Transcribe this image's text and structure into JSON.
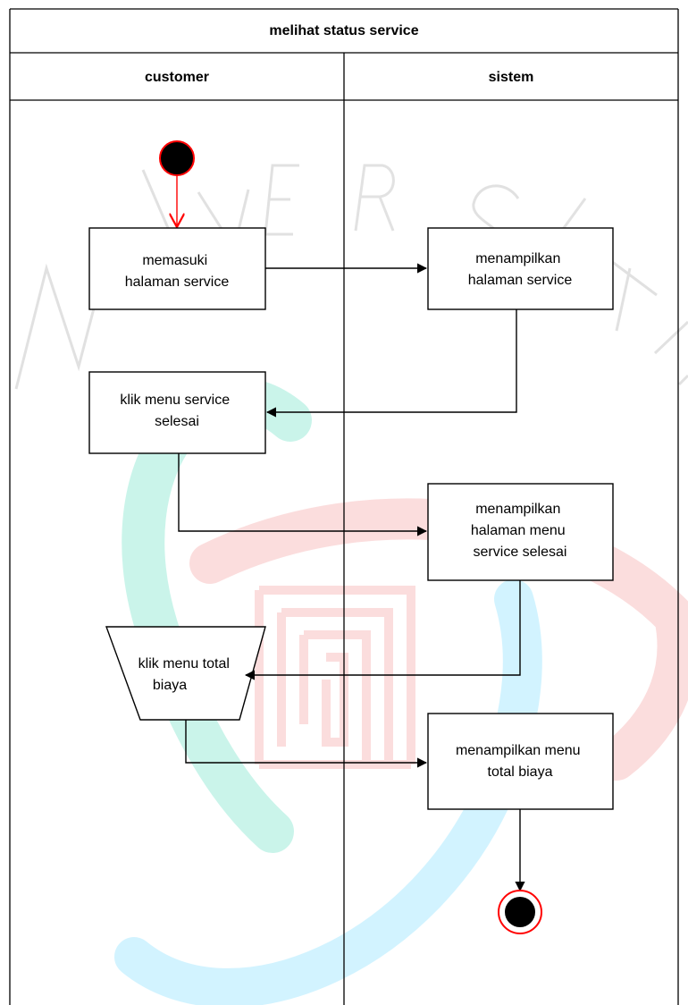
{
  "diagram": {
    "title": "melihat status service",
    "lanes": [
      "customer",
      "sistem"
    ],
    "watermark_text": "UNIVERSITAS",
    "watermark_colors": {
      "teal": "#2fd6b0",
      "coral": "#f07a7a",
      "sky": "#4fd2ff"
    },
    "nodes": {
      "n1": {
        "lines": [
          "memasuki",
          "halaman service"
        ]
      },
      "n2": {
        "lines": [
          "menampilkan",
          "halaman service"
        ]
      },
      "n3": {
        "lines": [
          "klik menu service",
          "selesai"
        ]
      },
      "n4": {
        "lines": [
          "menampilkan",
          "halaman menu",
          "service selesai"
        ]
      },
      "n5": {
        "lines": [
          "klik menu total",
          "biaya"
        ]
      },
      "n6": {
        "lines": [
          "menampilkan menu",
          "total biaya"
        ]
      }
    },
    "colors": {
      "node_border": "#000000",
      "start_ring": "#ff0000",
      "start_arrow": "#ff0000",
      "end_ring": "#ff0000"
    }
  }
}
